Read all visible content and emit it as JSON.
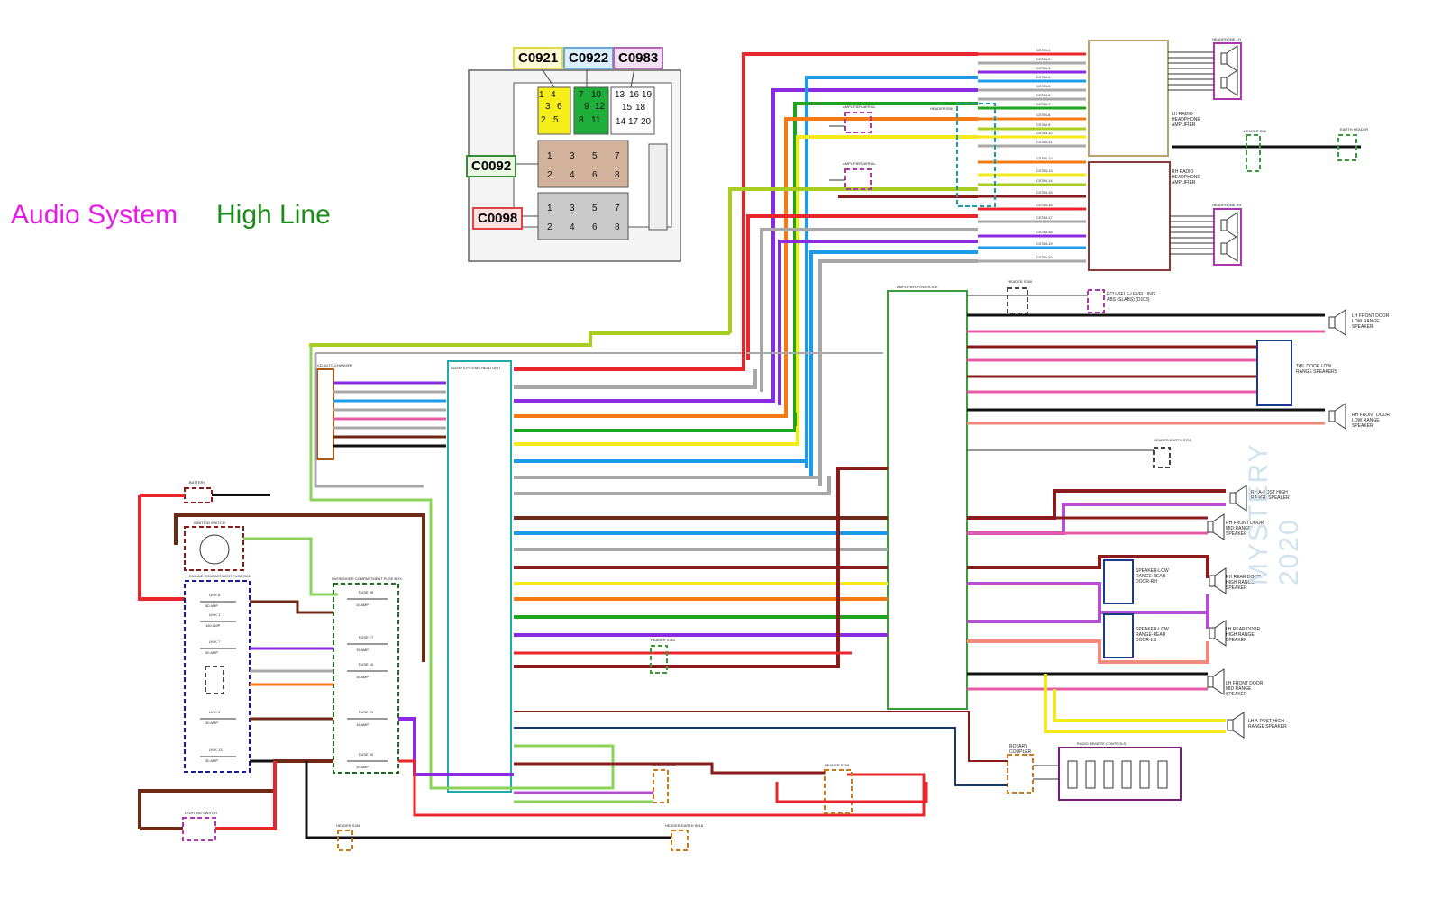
{
  "titles": {
    "audio": "Audio System",
    "high": "High Line"
  },
  "watermark": "MYSTERY 2020",
  "connector_labels": {
    "c0921": "C0921",
    "c0922": "C0922",
    "c0983": "C0983",
    "c0092": "C0092",
    "c0098": "C0098"
  },
  "pins": {
    "c0921": [
      "1",
      "4",
      "3",
      "6",
      "2",
      "5"
    ],
    "c0922": [
      "7",
      "10",
      "9",
      "12",
      "8",
      "11"
    ],
    "c0983": [
      "13",
      "16",
      "19",
      "15",
      "18",
      "14",
      "17",
      "20"
    ],
    "c0092": [
      "1",
      "3",
      "5",
      "7",
      "2",
      "4",
      "6",
      "8"
    ],
    "c0098": [
      "1",
      "3",
      "5",
      "7",
      "2",
      "4",
      "6",
      "8"
    ]
  },
  "components": {
    "lh_radio_amp": "LH RADIO HEADPHONE AMPLIFIER",
    "rh_radio_amp": "RH RADIO HEADPHONE AMPLIFIER",
    "headphone_lh": "HEADPHONE-LH",
    "headphone_rh": "HEADPHONE-RH",
    "header_s56": "HEADER S56",
    "earth_header": "EARTH HEADER",
    "header_s56b": "HEADER S56",
    "amp_aerial_1": "AMPLIFIER-AERIAL",
    "amp_aerial_2": "AMPLIFIER-AERIAL",
    "header_s280": "HEADER S280",
    "ecu_self_levelling": "ECU-SELF-LEVELLING ABS (SLABS) (D103)",
    "amplifier_power_ice": "AMPLIFIER-POWER-ICE",
    "lh_front_door_low": "LH FRONT DOOR LOW RANGE SPEAKER",
    "tail_door_low": "TAIL DOOR LOW RANGE SPEAKERS",
    "rh_front_door_low": "RH FRONT DOOR LOW RANGE SPEAKER",
    "header_earth_s705": "HEADER-EARTH S705",
    "rh_apost_high": "RH A-POST HIGH RANGE SPEAKER",
    "rh_front_door_mid": "RH FRONT DOOR MID RANGE SPEAKER",
    "speaker_low_rear_rh": "SPEAKER-LOW RANGE-REAR DOOR-RH",
    "rh_rear_door_high": "RH REAR DOOR HIGH RANGE SPEAKER",
    "speaker_low_rear_lh": "SPEAKER-LOW RANGE-REAR DOOR-LH",
    "lh_rear_door_high": "LH REAR DOOR HIGH RANGE SPEAKER",
    "lh_front_door_mid": "LH FRONT DOOR MID RANGE SPEAKER",
    "lh_apost_high": "LH A-POST HIGH RANGE SPEAKER",
    "rotary_coupler": "ROTARY COUPLER",
    "radio_remote": "RADIO REMOTE CONTROLS",
    "cd_changer": "CD AUTO-CHANGER",
    "audio_head": "AUDIO SYSTEMS HEAD UNIT",
    "battery": "BATTERY",
    "ignition": "IGNITION SWITCH",
    "engine_fuse_box": "ENGINE COMPARTMENT FUSE BOX",
    "passenger_fuse_box": "PASSENGER COMPARTMENT FUSE BOX",
    "header_s761": "HEADER S761",
    "header_s755": "HEADER S755",
    "header_s759": "HEADER S759",
    "lighting_switch": "LIGHTING SWITCH",
    "header_s266": "HEADER S266",
    "header_earth_s018": "HEADER-EARTH S018"
  },
  "fuses": {
    "link8": "LINK 8",
    "link8_amp": "50 AMP",
    "link1": "LINK 1",
    "link1_amp": "150 AMP",
    "link7": "LINK 7",
    "link7_amp": "50 AMP",
    "link3": "LINK 3",
    "link3_amp": "30 AMP",
    "link13": "LINK 13",
    "link13_amp": "30 AMP",
    "fuse35": "FUSE 35",
    "fuse35_amp": "10 AMP",
    "fuse17": "FUSE 17",
    "fuse17_amp": "15 AMP",
    "fuse16": "FUSE 16",
    "fuse16_amp": "15 AMP",
    "fuse29": "FUSE 29",
    "fuse29_amp": "15 AMP",
    "fuse30": "FUSE 30",
    "fuse30_amp": "10 AMP"
  },
  "wire_colors": {
    "red": "#e8262b",
    "purple": "#8a2be2",
    "blue": "#1e9be8",
    "green": "#1ea51e",
    "yellow": "#f4ea1a",
    "orange": "#f57a14",
    "brown": "#6e2a16",
    "gray": "#a8a8a8",
    "pink": "#e85aa8",
    "lime": "#a8cc20",
    "black": "#111111",
    "lightgreen": "#8bd45a",
    "maroon": "#8b1a1a",
    "violet": "#b34fd0",
    "salmon": "#f08a7a",
    "navy": "#163a6e"
  }
}
